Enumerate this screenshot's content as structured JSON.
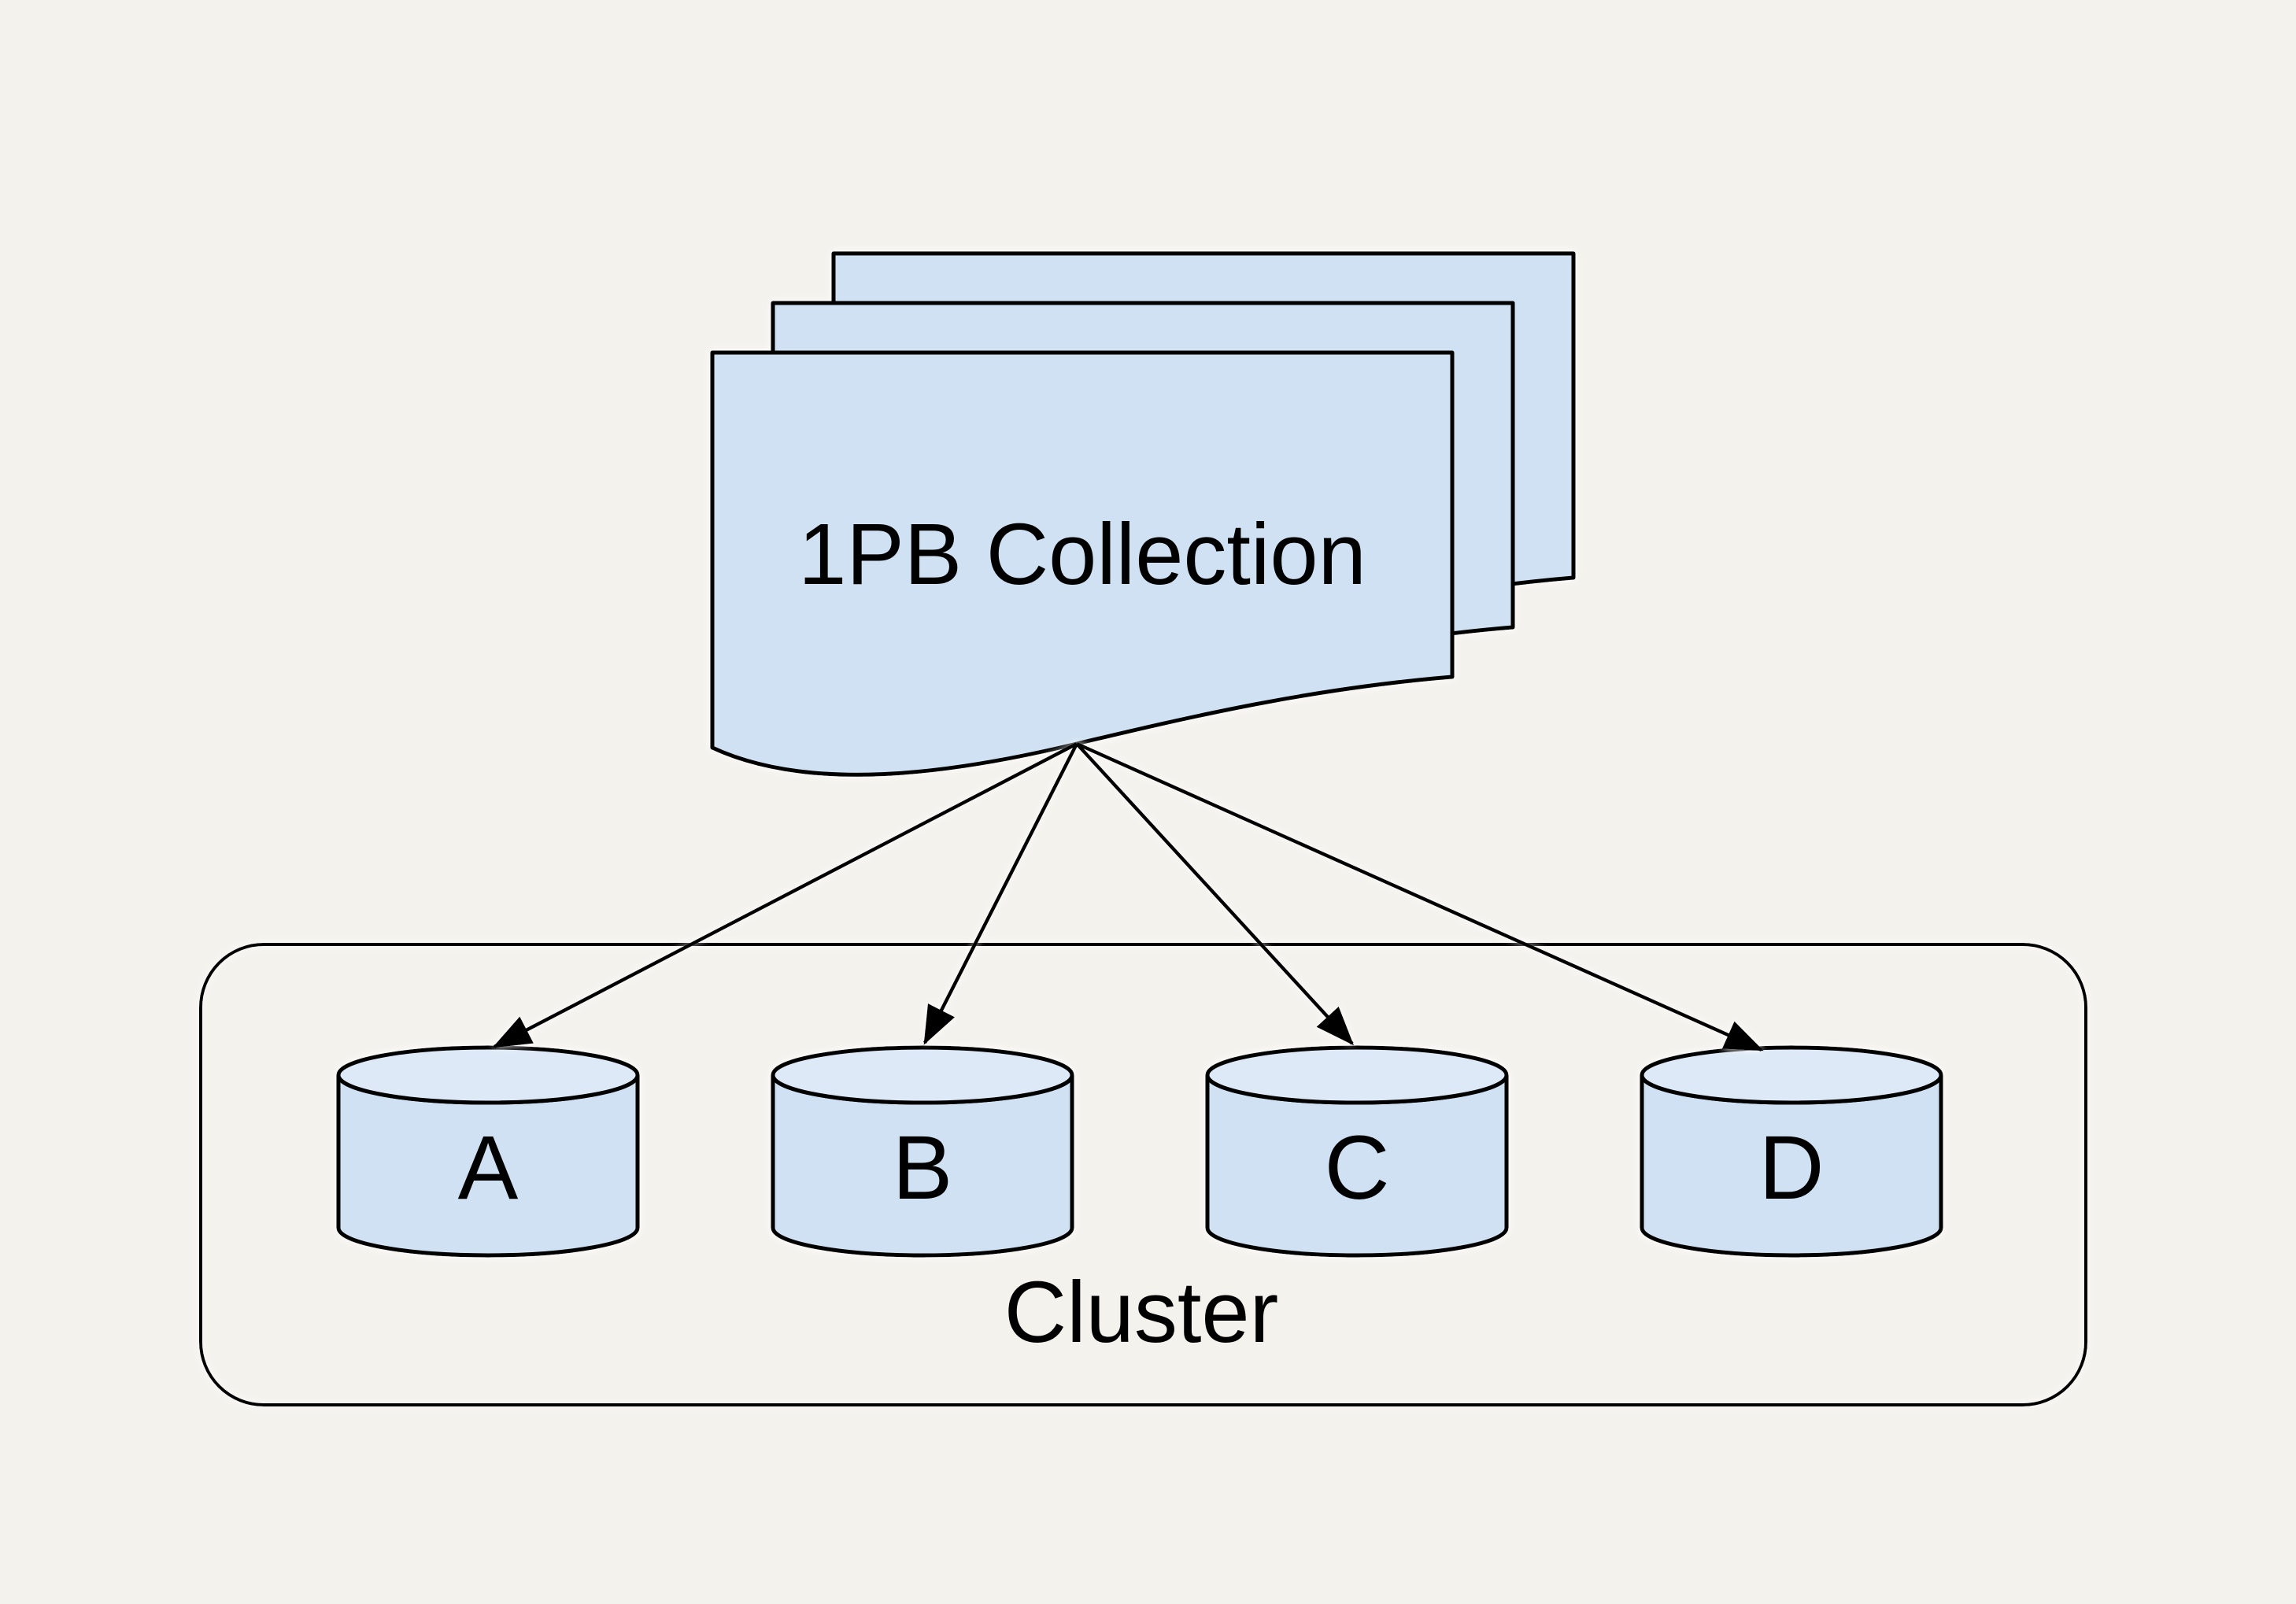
{
  "diagram": {
    "document": {
      "label": "1PB Collection",
      "sheets_in_stack": 3
    },
    "cluster": {
      "label": "Cluster",
      "nodes": [
        {
          "label": "A"
        },
        {
          "label": "B"
        },
        {
          "label": "C"
        },
        {
          "label": "D"
        }
      ]
    },
    "edges": [
      {
        "from": "1PB Collection",
        "to": "A"
      },
      {
        "from": "1PB Collection",
        "to": "B"
      },
      {
        "from": "1PB Collection",
        "to": "C"
      },
      {
        "from": "1PB Collection",
        "to": "D"
      }
    ]
  },
  "colors": {
    "background": "#f4f2ed",
    "shape-fill": "#cfe1f2",
    "cylinder-top-fill": "#dde9f6",
    "stroke": "#000000",
    "text": "#000000"
  }
}
